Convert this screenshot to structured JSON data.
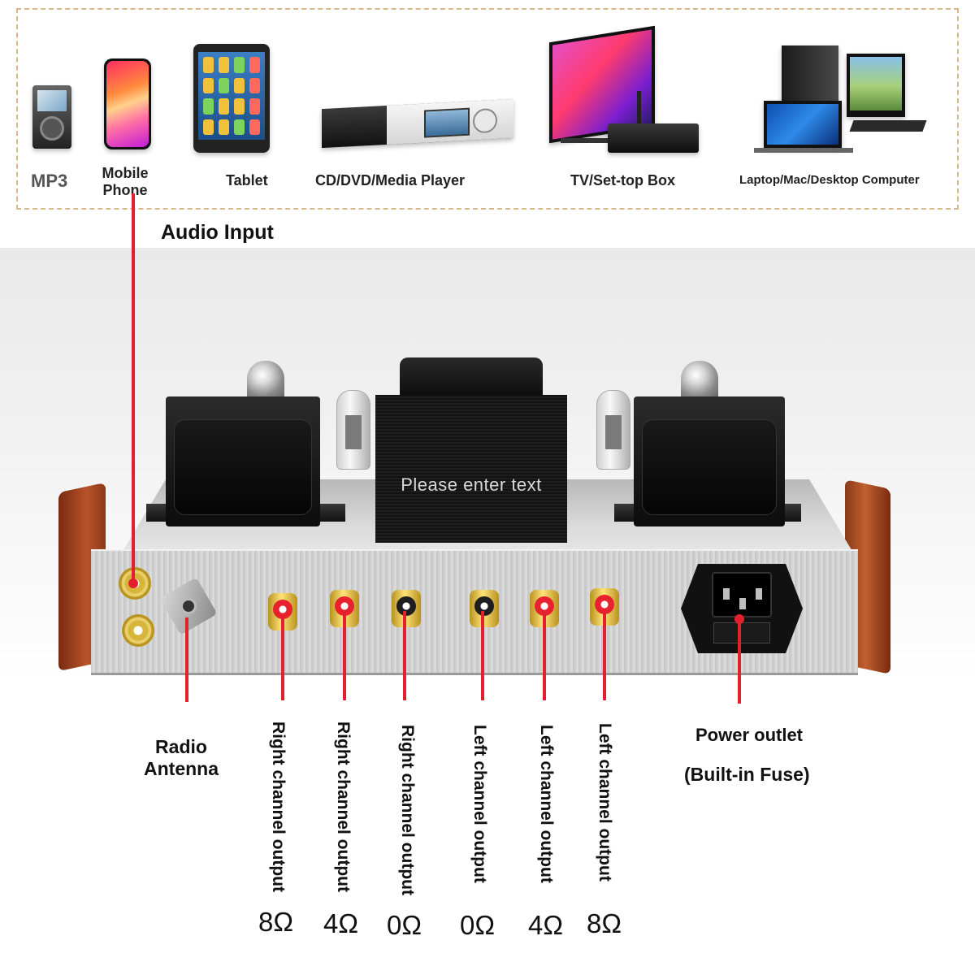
{
  "devices": {
    "mp3": "MP3",
    "phone_line1": "Mobile",
    "phone_line2": "Phone",
    "tablet": "Tablet",
    "media_player": "CD/DVD/Media Player",
    "tv": "TV/Set-top Box",
    "computer": "Laptop/Mac/Desktop Computer"
  },
  "audio_input_label": "Audio Input",
  "overlay_text": "Please enter text",
  "connectors": {
    "radio_line1": "Radio",
    "radio_line2": "Antenna",
    "outputs": [
      {
        "label": "Right channel output",
        "ohm": "8Ω"
      },
      {
        "label": "Right channel output",
        "ohm": "4Ω"
      },
      {
        "label": "Right channel output",
        "ohm": "0Ω"
      },
      {
        "label": "Left channel output",
        "ohm": "0Ω"
      },
      {
        "label": "Left channel output",
        "ohm": "4Ω"
      },
      {
        "label": "Left channel output",
        "ohm": "8Ω"
      }
    ],
    "power_line1": "Power outlet",
    "power_line2": "(Built-in Fuse)"
  },
  "colors": {
    "callout_red": "#e2202f",
    "dashed_border": "#d8b98a",
    "wood": "#b8532a"
  }
}
